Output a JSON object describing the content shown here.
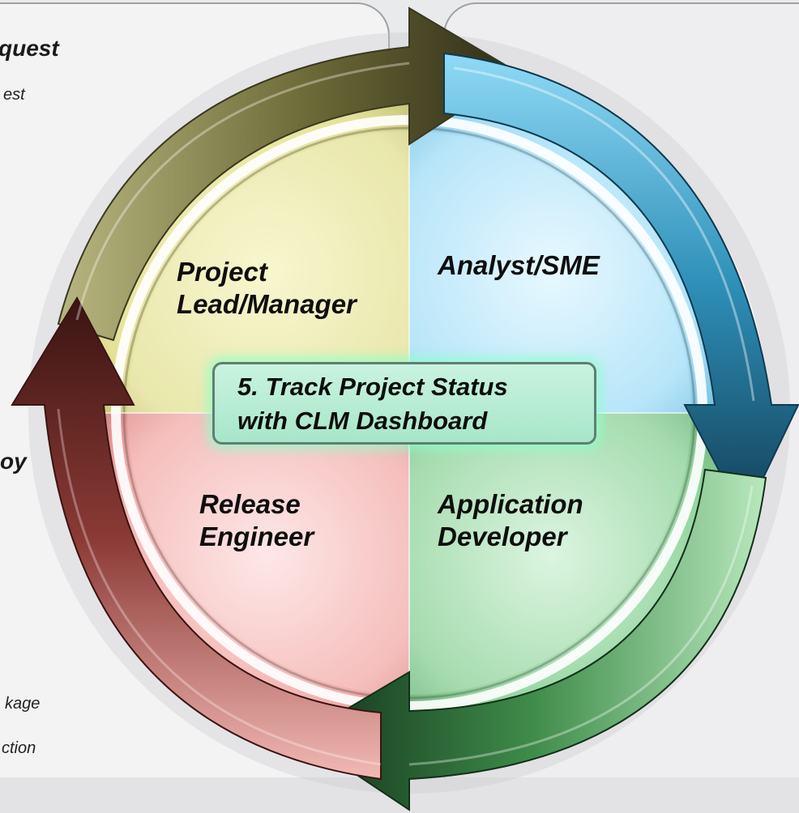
{
  "left_panel": {
    "heading_top": "quest",
    "sub_top": "est",
    "heading_mid": "oy",
    "sub_bottom_1": "kage",
    "sub_bottom_2": "ction"
  },
  "roles": {
    "project_lead": [
      "Project",
      "Lead/Manager"
    ],
    "analyst": "Analyst/SME",
    "application_developer": [
      "Application",
      "Developer"
    ],
    "release_engineer": [
      "Release",
      "Engineer"
    ]
  },
  "center": {
    "line1": "5. Track Project Status",
    "line2": "with CLM Dashboard"
  },
  "colors": {
    "project_lead_quadrant": "#ecebab",
    "analyst_quadrant": "#bfe9fb",
    "developer_quadrant": "#8fd49a",
    "release_quadrant": "#f4b3b0",
    "olive_arrow": "#5a5830",
    "blue_arrow": "#2d87ae",
    "green_arrow": "#356b3c",
    "red_arrow": "#6a2a27",
    "center_glow": "#8cffc8"
  }
}
